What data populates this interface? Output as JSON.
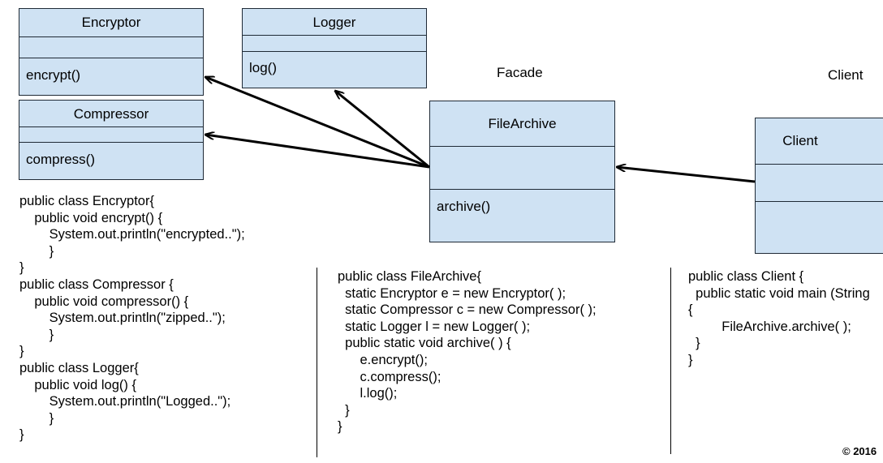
{
  "classes": {
    "encryptor": {
      "name": "Encryptor",
      "method": "encrypt()"
    },
    "logger": {
      "name": "Logger",
      "method": "log()"
    },
    "compressor": {
      "name": "Compressor",
      "method": "compress()"
    },
    "filearchive": {
      "name": "FileArchive",
      "method": "archive()"
    },
    "client": {
      "name": "Client",
      "method": ""
    }
  },
  "labels": {
    "facade": "Facade",
    "client": "Client"
  },
  "code": {
    "left": "public class Encryptor{\n    public void encrypt() {\n        System.out.println(\"encrypted..\");\n        }\n}\npublic class Compressor {\n    public void compressor() {\n        System.out.println(\"zipped..\");\n        }\n}\npublic class Logger{\n    public void log() {\n        System.out.println(\"Logged..\");\n        }\n}",
    "middle": "public class FileArchive{\n  static Encryptor e = new Encryptor( );\n  static Compressor c = new Compressor( );\n  static Logger l = new Logger( );\n  public static void archive( ) {\n      e.encrypt();\n      c.compress();\n      l.log();\n  }\n}",
    "right": "public class Client {\n  public static void main (String\n{\n         FileArchive.archive( );\n  }\n}"
  },
  "copyright": "© 2016",
  "colors": {
    "box_fill": "#cfe2f3",
    "box_border": "#1f2a36",
    "arrow": "#000000"
  }
}
